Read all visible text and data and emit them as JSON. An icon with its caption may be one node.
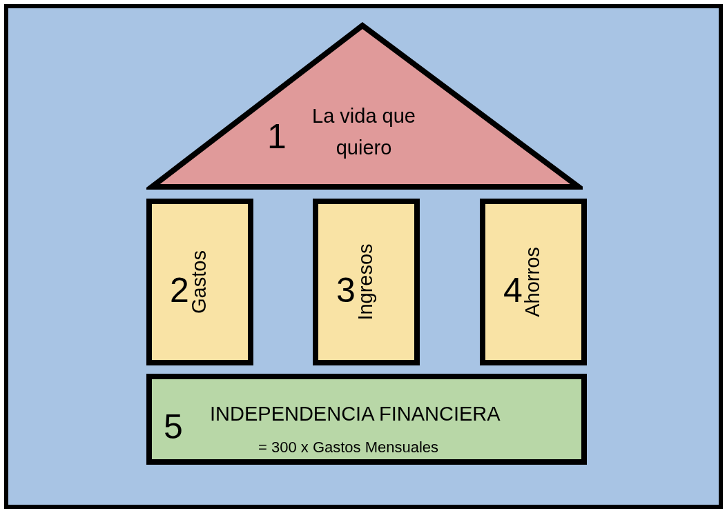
{
  "diagram": {
    "nodes": [
      {
        "text": [
          "1",
          "La vida que quiero"
        ]
      },
      {
        "text": [
          "2",
          "Gastos"
        ]
      },
      {
        "text": [
          "3",
          "Ingresos"
        ]
      },
      {
        "text": [
          "4",
          "Ahorros"
        ]
      },
      {
        "text": [
          "5",
          "INDEPENDENCIA FINANCIERA",
          "= 300 x Gastos Mensuales"
        ]
      }
    ]
  }
}
